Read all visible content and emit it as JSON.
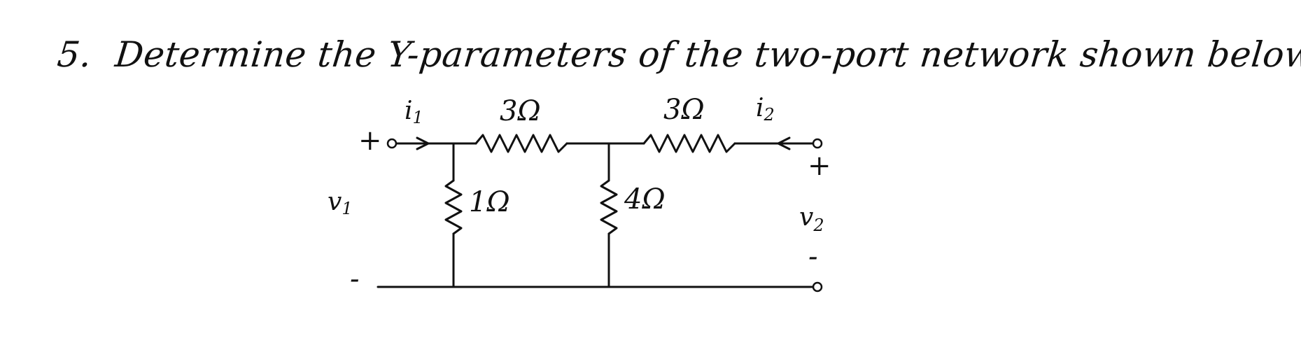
{
  "problem": {
    "number": "5.",
    "text": "Determine the Y-parameters of the two-port network shown below."
  },
  "circuit": {
    "current_symbol": "i",
    "voltage_symbol": "v",
    "port1": {
      "current_sub": "1",
      "voltage_sub": "1",
      "plus": "+",
      "minus": "-"
    },
    "port2": {
      "current_sub": "2",
      "voltage_sub": "2",
      "plus": "+",
      "minus": "-"
    },
    "resistors": {
      "series_left": "3Ω",
      "series_right": "3Ω",
      "shunt_left": "1Ω",
      "shunt_right": "4Ω"
    }
  }
}
